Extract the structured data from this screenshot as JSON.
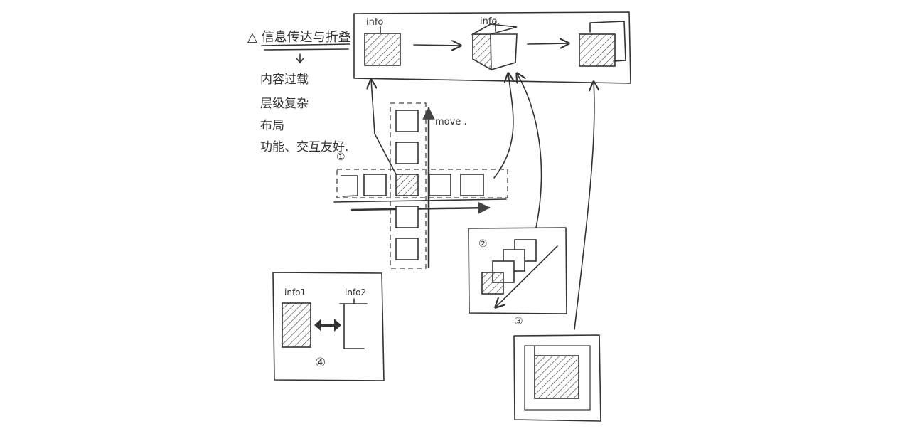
{
  "notes": {
    "title": "△ 信息传达与折叠",
    "items": [
      "内容过载",
      "层级复杂",
      "布局",
      "功能、交互友好."
    ]
  },
  "top_flow": {
    "labels": [
      "info",
      "info."
    ]
  },
  "cross_diagram": {
    "marker": "①",
    "axis_label": "move ."
  },
  "stack_diagram": {
    "marker": "②",
    "caption": "③"
  },
  "compare_diagram": {
    "labels": [
      "info1",
      "info2"
    ],
    "marker": "④"
  }
}
